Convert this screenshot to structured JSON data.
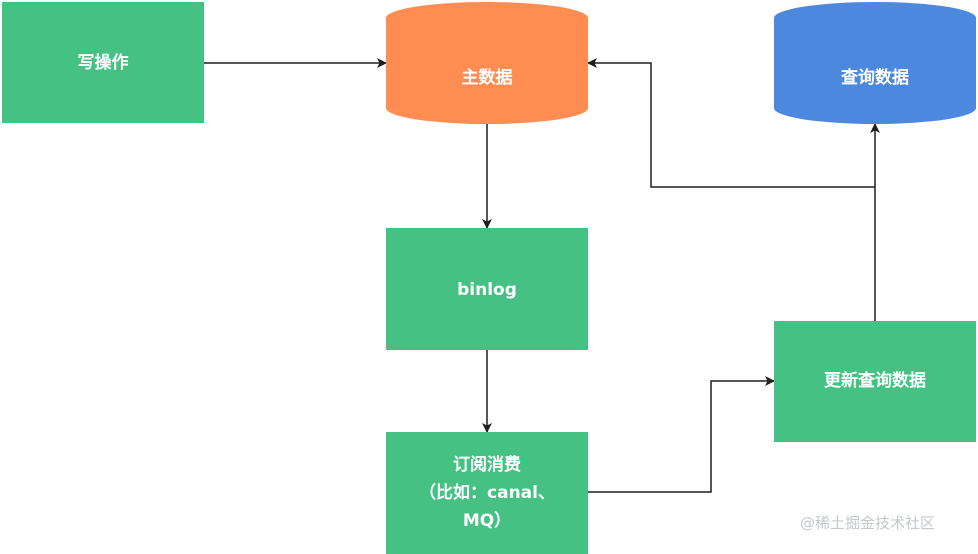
{
  "nodes": {
    "write_op": "写操作",
    "master_db": "主数据",
    "query_db": "查询数据",
    "binlog": "binlog",
    "subscribe_line1": "订阅消费",
    "subscribe_line2": "（比如：canal、",
    "subscribe_line3": "MQ）",
    "update_query": "更新查询数据"
  },
  "watermark": "@稀土掘金技术社区",
  "colors": {
    "process_green": "#44c183",
    "master_orange": "#ff8c51",
    "query_blue": "#4c88dd",
    "edge": "#1f1f1f",
    "watermark": "#c4c8cf"
  }
}
